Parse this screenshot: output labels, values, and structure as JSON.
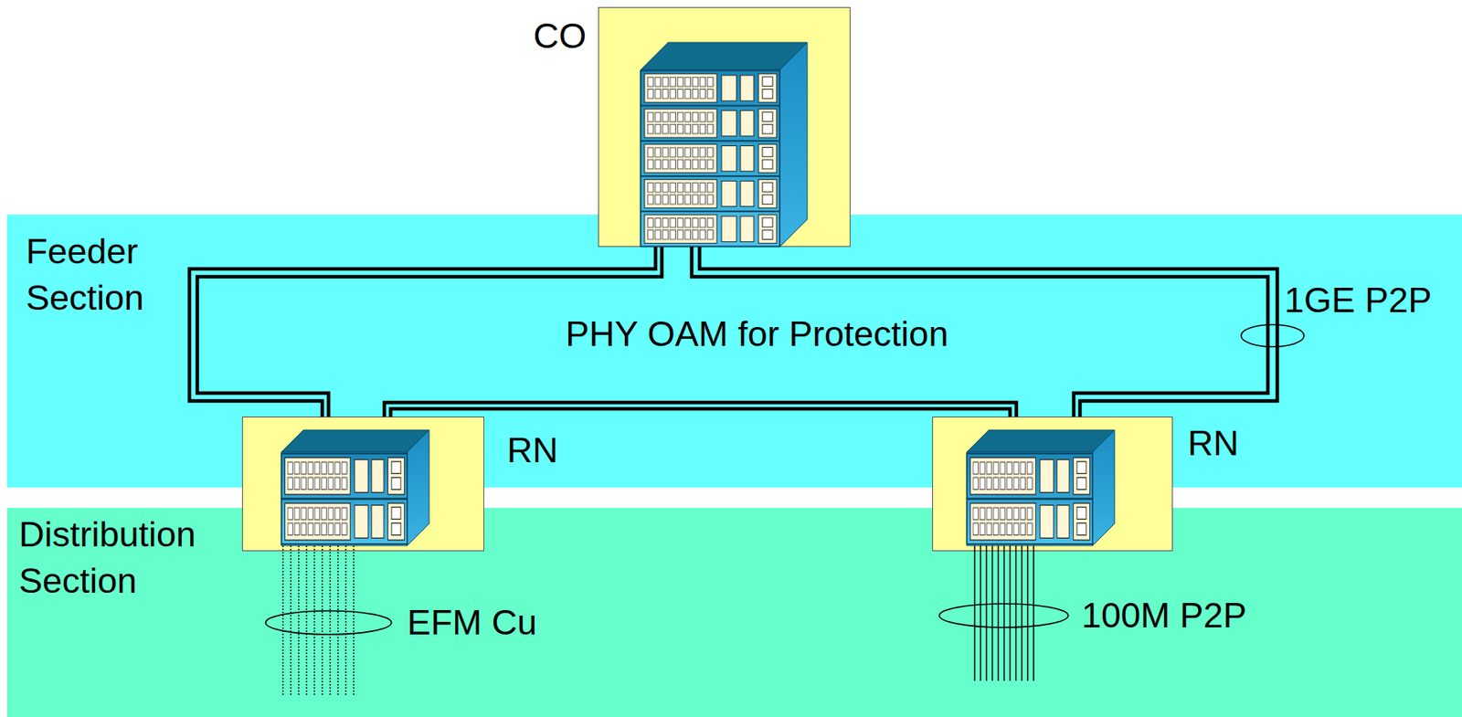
{
  "diagram": {
    "nodes": [
      {
        "text": [
          "CO"
        ]
      },
      {
        "text": [
          "Feeder Section"
        ]
      },
      {
        "text": [
          "RN"
        ]
      },
      {
        "text": [
          "RN"
        ]
      },
      {
        "text": [
          "Distribution Section"
        ]
      }
    ],
    "edges": [
      {
        "from": 0,
        "to": 2,
        "arrow": "none"
      },
      {
        "from": 2,
        "to": 3,
        "arrow": "none"
      },
      {
        "from": 3,
        "to": 0,
        "arrow": "none"
      }
    ],
    "labels": [
      "PHY OAM for Protection",
      "1GE P2P",
      "EFM Cu",
      "100M P2P"
    ]
  }
}
